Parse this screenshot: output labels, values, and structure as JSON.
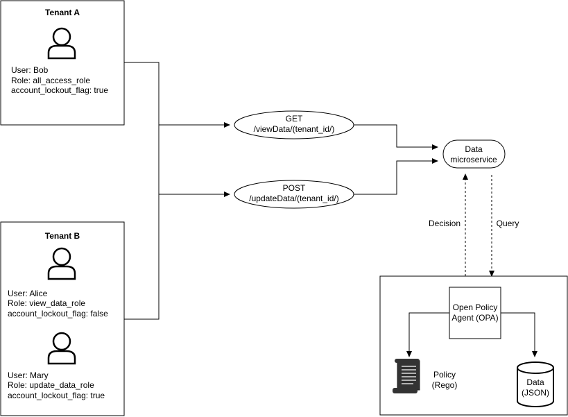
{
  "tenant_a": {
    "title": "Tenant A",
    "users": [
      {
        "user": "User: Bob",
        "role": "Role: all_access_role",
        "flag": "account_lockout_flag: true"
      }
    ]
  },
  "tenant_b": {
    "title": "Tenant B",
    "users": [
      {
        "user": "User: Alice",
        "role": "Role: view_data_role",
        "flag": "account_lockout_flag: false"
      },
      {
        "user": "User: Mary",
        "role": "Role: update_data_role",
        "flag": "account_lockout_flag: true"
      }
    ]
  },
  "requests": {
    "get": {
      "method": "GET",
      "path": "/viewData/(tenant_id/)"
    },
    "post": {
      "method": "POST",
      "path": "/updateData/(tenant_id/)"
    }
  },
  "microservice": {
    "line1": "Data",
    "line2": "microservice"
  },
  "edges": {
    "decision": "Decision",
    "query": "Query"
  },
  "opa": {
    "line1": "Open Policy",
    "line2": "Agent (OPA)"
  },
  "policy": {
    "line1": "Policy",
    "line2": "(Rego)"
  },
  "data_store": {
    "line1": "Data",
    "line2": "(JSON)"
  }
}
